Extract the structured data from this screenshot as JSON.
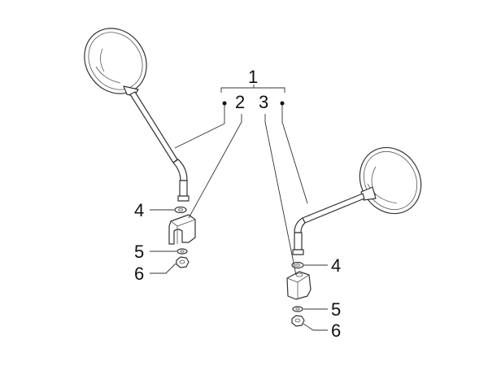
{
  "labels": {
    "assembly": "1",
    "left_mirror": "2",
    "right_mirror": "3",
    "washer_left": "4",
    "lockwasher_left": "5",
    "nut_left": "6",
    "washer_right": "4",
    "lockwasher_right": "5",
    "nut_right": "6"
  },
  "colors": {
    "line": "#333333",
    "text": "#111111",
    "background": "#ffffff"
  }
}
